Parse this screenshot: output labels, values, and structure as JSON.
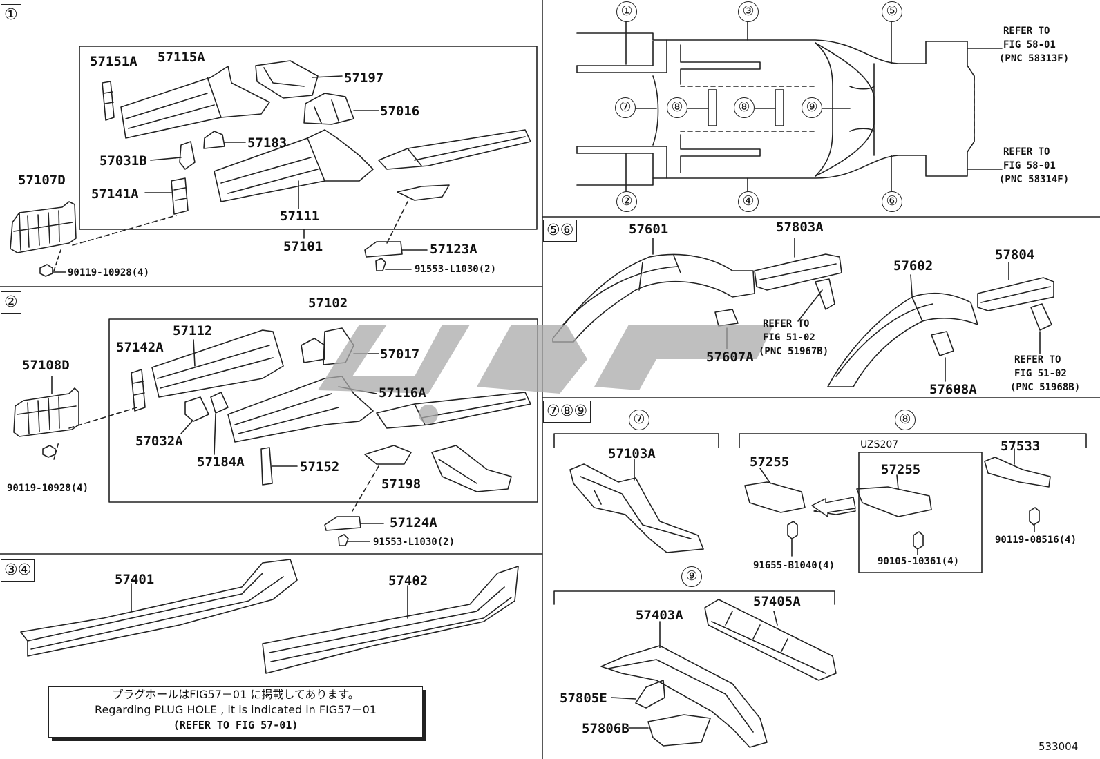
{
  "figure_id": "533004",
  "sections": {
    "s1": {
      "tag": "①"
    },
    "s2": {
      "tag": "②"
    },
    "s34": {
      "tag": "③④"
    },
    "s56": {
      "tag": "⑤⑥"
    },
    "s789": {
      "tag": "⑦⑧⑨"
    }
  },
  "overview": {
    "markers": [
      "①",
      "②",
      "③",
      "④",
      "⑤",
      "⑥",
      "⑦",
      "⑧",
      "⑧",
      "⑨"
    ],
    "refer_top": [
      "REFER TO",
      "FIG 58-01",
      "(PNC 58313F)"
    ],
    "refer_bottom": [
      "REFER TO",
      "FIG 58-01",
      "(PNC 58314F)"
    ]
  },
  "parts": {
    "p57151A": "57151A",
    "p57115A": "57115A",
    "p57197": "57197",
    "p57016": "57016",
    "p57183": "57183",
    "p57031B": "57031B",
    "p57107D": "57107D",
    "p57141A": "57141A",
    "p57111": "57111",
    "p57101": "57101",
    "p57123A": "57123A",
    "b90119a": "90119-10928(4)",
    "b91553a": "91553-L1030(2)",
    "p57102": "57102",
    "p57112": "57112",
    "p57142A": "57142A",
    "p57108D": "57108D",
    "p57017": "57017",
    "p57116A": "57116A",
    "p57032A": "57032A",
    "p57184A": "57184A",
    "p57152": "57152",
    "p57198": "57198",
    "p57124A": "57124A",
    "b90119b": "90119-10928(4)",
    "b91553b": "91553-L1030(2)",
    "p57401": "57401",
    "p57402": "57402",
    "p57601": "57601",
    "p57803A": "57803A",
    "p57602": "57602",
    "p57804": "57804",
    "p57607A": "57607A",
    "p57608A": "57608A",
    "p57103A": "57103A",
    "p57255a": "57255",
    "p57255b": "57255",
    "p57533": "57533",
    "uzs": "UZS207",
    "b91655": "91655-B1040(4)",
    "b90105": "90105-10361(4)",
    "b90119c": "90119-08516(4)",
    "p57403A": "57403A",
    "p57405A": "57405A",
    "p57805E": "57805E",
    "p57806B": "57806B",
    "sub7": "⑦",
    "sub8": "⑧",
    "sub9": "⑨"
  },
  "refer_51_a": [
    "REFER TO",
    "FIG 51-02",
    "(PNC 51967B)"
  ],
  "refer_51_b": [
    "REFER TO",
    "FIG 51-02",
    "(PNC 51968B)"
  ],
  "note": {
    "jp": "プラグホールはFIG57－01 に掲載してあります。",
    "en": "Regarding  PLUG HOLE , it is  indicated  in  FIG57－01",
    "ref": "(REFER TO FIG 57-01)"
  }
}
